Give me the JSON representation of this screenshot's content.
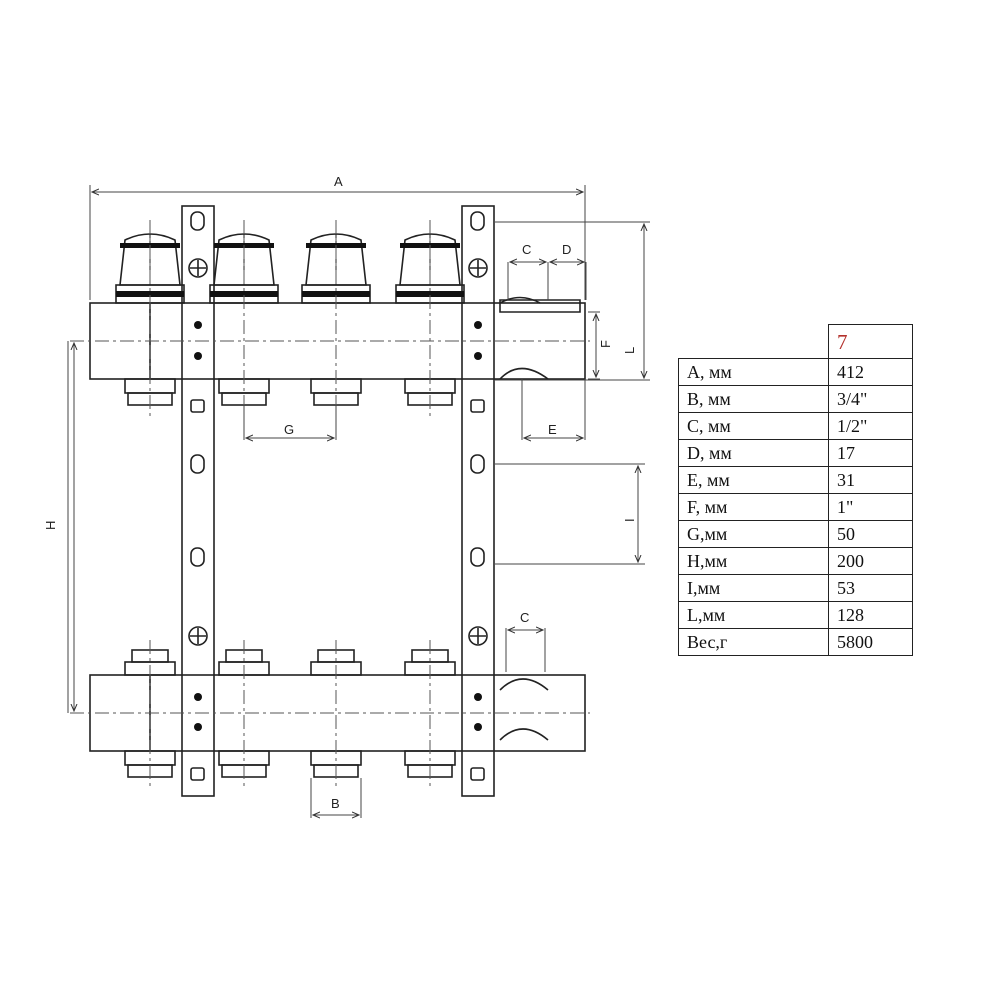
{
  "dimensions": {
    "A": "A",
    "B": "B",
    "C": "C",
    "C2": "C",
    "D": "D",
    "E": "E",
    "F": "F",
    "G": "G",
    "H": "H",
    "I": "I",
    "L": "L"
  },
  "table": {
    "model": "7",
    "rows": [
      {
        "param": "A, мм",
        "value": "412"
      },
      {
        "param": "B, мм",
        "value": "3/4\""
      },
      {
        "param": "C, мм",
        "value": "1/2\""
      },
      {
        "param": "D, мм",
        "value": "17"
      },
      {
        "param": "E, мм",
        "value": "31"
      },
      {
        "param": "F, мм",
        "value": "1\""
      },
      {
        "param": "G,мм",
        "value": "50"
      },
      {
        "param": "H,мм",
        "value": "200"
      },
      {
        "param": "I,мм",
        "value": "53"
      },
      {
        "param": "L,мм",
        "value": "128"
      },
      {
        "param": "Вес,г",
        "value": "5800"
      }
    ]
  }
}
